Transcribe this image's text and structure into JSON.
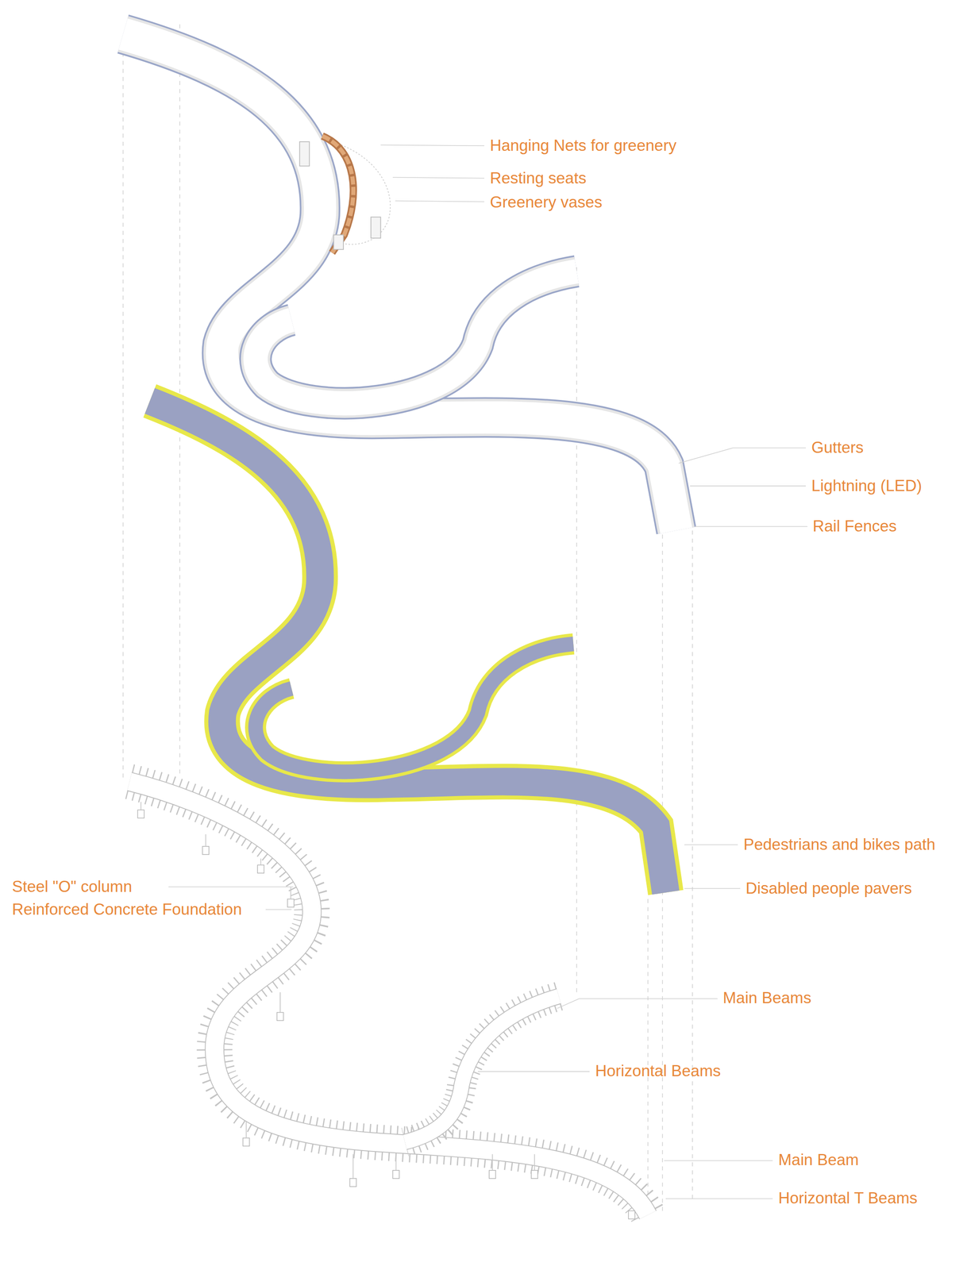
{
  "diagram": {
    "labels": [
      "Hanging Nets for greenery",
      "Resting seats",
      "Greenery vases",
      "Gutters",
      "Lightning (LED)",
      "Rail Fences",
      "Pedestrians and bikes path",
      "Disabled people pavers",
      "Steel \"O\" column",
      "Reinforced Concrete Foundation",
      "Main Beams",
      "Horizontal Beams",
      "Main Beam",
      "Horizontal T Beams"
    ]
  }
}
